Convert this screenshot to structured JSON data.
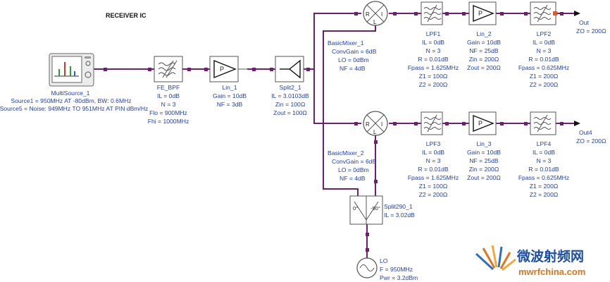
{
  "title": "RECEIVER IC",
  "source": {
    "name": "MultiSource_1",
    "line1": "Source1 = 950MHz AT -80dBm, BW: 0.6MHz",
    "line2": "Source5 = Noise: 949MHz TO 951MHz AT PIN dBm/Hz"
  },
  "fe_bpf": {
    "name": "FE_BPF",
    "params": [
      "IL = 0dB",
      "N = 3",
      "Flo = 900MHz",
      "Fhi = 1000MHz"
    ]
  },
  "lin1": {
    "name": "Lin_1",
    "params": [
      "Gain = 10dB",
      "NF = 3dB"
    ]
  },
  "split2": {
    "name": "Split2_1",
    "params": [
      "IL = 3.0103dB",
      "Zin = 100Ω",
      "Zout = 100Ω"
    ]
  },
  "mixer1": {
    "name": "BasicMixer_1",
    "params": [
      "ConvGain = 6dB",
      "LO = 0dBm",
      "NF = 4dB"
    ],
    "port_r": "R",
    "port_i": "I",
    "port_l": "L"
  },
  "mixer2": {
    "name": "BasicMixer_2",
    "params": [
      "ConvGain = 6dB",
      "LO = 0dBm",
      "NF = 4dB"
    ],
    "port_r": "R",
    "port_i": "I",
    "port_l": "L"
  },
  "lpf1": {
    "name": "LPF1",
    "params": [
      "IL = 0dB",
      "N = 3",
      "R = 0.01dB",
      "Fpass = 1.625MHz",
      "Z1 = 100Ω",
      "Z2 = 200Ω"
    ]
  },
  "lin2": {
    "name": "Lin_2",
    "params": [
      "Gain = 10dB",
      "NF = 25dB",
      "Zin = 200Ω",
      "Zout = 200Ω"
    ]
  },
  "lpf2": {
    "name": "LPF2",
    "params": [
      "IL = 0dB",
      "N = 3",
      "R = 0.01dB",
      "Fpass = 0.625MHz",
      "Z1 = 200Ω",
      "Z2 = 200Ω"
    ]
  },
  "lpf3": {
    "name": "LPF3",
    "params": [
      "IL = 0dB",
      "N = 3",
      "R = 0.01dB",
      "Fpass = 1.625MHz",
      "Z1 = 100Ω",
      "Z2 = 200Ω"
    ]
  },
  "lin3": {
    "name": "Lin_3",
    "params": [
      "Gain = 10dB",
      "NF = 25dB",
      "Zin = 200Ω",
      "Zout = 200Ω"
    ]
  },
  "lpf4": {
    "name": "LPF4",
    "params": [
      "IL = 0dB",
      "N = 3",
      "R = 0.01dB",
      "Fpass = 0.625MHz",
      "Z1 = 200Ω",
      "Z2 = 200Ω"
    ]
  },
  "out": {
    "name": "Out",
    "zo": "ZO = 200Ω"
  },
  "out4": {
    "name": "Out4",
    "zo": "ZO = 200Ω"
  },
  "split290": {
    "name": "Split290_1",
    "il": "IL = 3.02dB",
    "deg0": "0°",
    "deg90": "-90°"
  },
  "lo": {
    "name": "LO",
    "params": [
      "F = 950MHz",
      "Pwr = 3.2dBm"
    ]
  },
  "amp_symbol": "P",
  "watermark": {
    "cn": "微波射频网",
    "url": "mwrfchina.com"
  },
  "colors": {
    "wire": "#6e1f72",
    "label": "#1f3fbf",
    "pin_marker": "#e35b1f",
    "watermark_blue": "#1d4fa8",
    "watermark_orange": "#e3741b"
  }
}
